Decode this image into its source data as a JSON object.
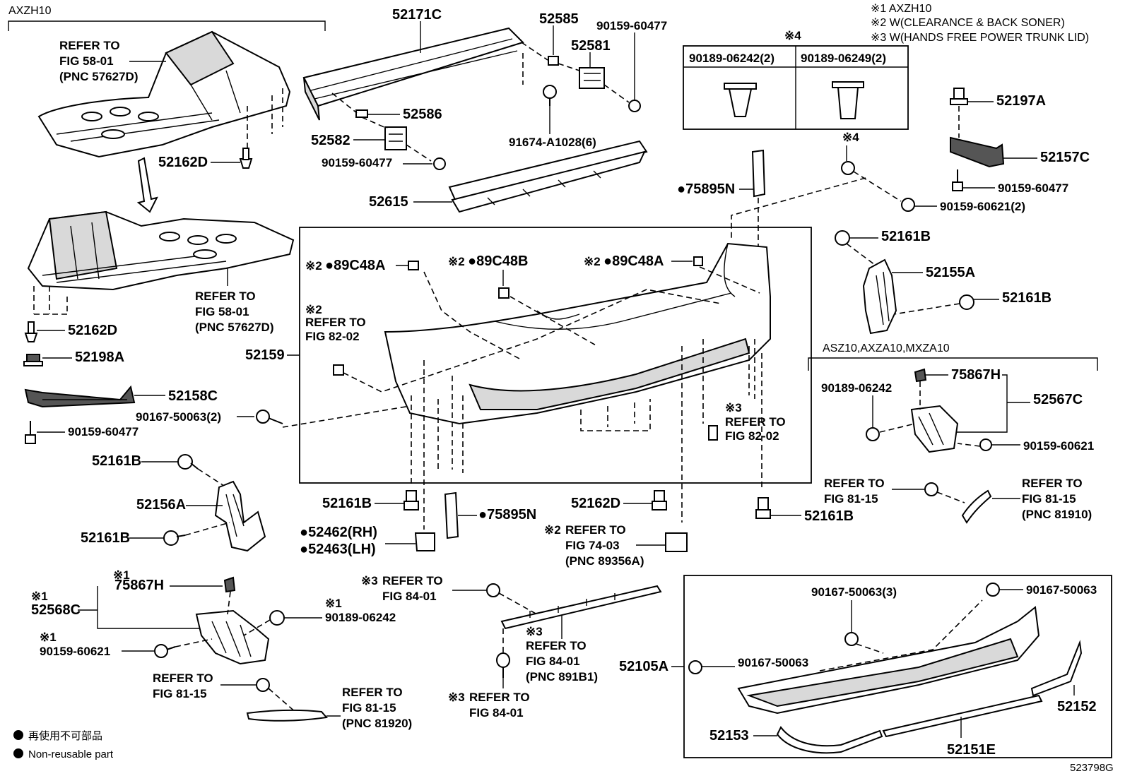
{
  "notes": {
    "n1": "※1  AXZH10",
    "n2": "※2  W(CLEARANCE & BACK SONER)",
    "n3": "※3  W(HANDS FREE POWER TRUNK LID)"
  },
  "sections": {
    "axzh10": "AXZH10",
    "asz10": "ASZ10,AXZA10,MXZA10"
  },
  "table": {
    "mark": "※4",
    "col1": "90189-06242(2)",
    "col2": "90189-06249(2)"
  },
  "labels": {
    "p52171C": "52171C",
    "p52585": "52585",
    "p90159_60477_a": "90159-60477",
    "p52581": "52581",
    "p52586": "52586",
    "p52582": "52582",
    "p90159_60477_b": "90159-60477",
    "p91674": "91674-A1028(6)",
    "p52615": "52615",
    "p52162D_a": "52162D",
    "p52162D_b": "52162D",
    "p52198A": "52198A",
    "p52158C": "52158C",
    "p90167_50063_2": "90167-50063(2)",
    "p90159_60477_c": "90159-60477",
    "p52161B_a": "52161B",
    "p52156A": "52156A",
    "p52161B_b": "52161B",
    "p75867H_a": "75867H",
    "p52568C": "52568C",
    "p90189_06242_a": "90189-06242",
    "p90159_60621_a": "90159-60621",
    "p52159": "52159",
    "p89C48A_a": "●89C48A",
    "p89C48B": "●89C48B",
    "p89C48A_b": "●89C48A",
    "p52161B_c": "52161B",
    "p52462": "●52462(RH)",
    "p52463": "●52463(LH)",
    "p75895N_a": "●75895N",
    "p52162D_c": "52162D",
    "p75895N_b": "●75895N",
    "p52197A": "52197A",
    "p52157C": "52157C",
    "p90159_60477_d": "90159-60477",
    "p90159_60621_2": "90159-60621(2)",
    "p52161B_d": "52161B",
    "p52155A": "52155A",
    "p52161B_e": "52161B",
    "p75867H_b": "75867H",
    "p90189_06242_b": "90189-06242",
    "p52567C": "52567C",
    "p90159_60621_b": "90159-60621",
    "p52161B_f": "52161B",
    "p90167_50063_3": "90167-50063(3)",
    "p90167_50063_a": "90167-50063",
    "p52105A": "52105A",
    "p90167_50063_b": "90167-50063",
    "p52152": "52152",
    "p52153": "52153",
    "p52151E": "52151E",
    "x1a": "※1",
    "x1b": "※1",
    "x1c": "※1",
    "x1d": "※1",
    "x2a": "※2",
    "x2b": "※2",
    "x2c": "※2",
    "x2d": "※2",
    "x2e": "※2",
    "x3a": "※3",
    "x3b": "※3",
    "x3c": "※3",
    "x3d": "※3",
    "x4": "※4"
  },
  "refs": {
    "r1": [
      "REFER TO",
      "FIG 58-01",
      "(PNC 57627D)"
    ],
    "r2": [
      "REFER TO",
      "FIG 58-01",
      "(PNC 57627D)"
    ],
    "r3": [
      "REFER TO",
      "FIG 82-02"
    ],
    "r4": [
      "REFER TO",
      "FIG 82-02"
    ],
    "r5": [
      "REFER TO",
      "FIG 74-03",
      "(PNC 89356A)"
    ],
    "r6": [
      "REFER TO",
      "FIG 84-01"
    ],
    "r7": [
      "REFER TO",
      "FIG 84-01",
      "(PNC 891B1)"
    ],
    "r8": [
      "REFER TO",
      "FIG 84-01"
    ],
    "r9": [
      "REFER TO",
      "FIG 81-15"
    ],
    "r10": [
      "REFER TO",
      "FIG 81-15",
      "(PNC 81920)"
    ],
    "r11": [
      "REFER TO",
      "FIG 81-15"
    ],
    "r12": [
      "REFER TO",
      "FIG 81-15",
      "(PNC 81910)"
    ]
  },
  "legend": {
    "jp": "再使用不可部品",
    "en": "Non-reusable part"
  },
  "figure_id": "523798G"
}
